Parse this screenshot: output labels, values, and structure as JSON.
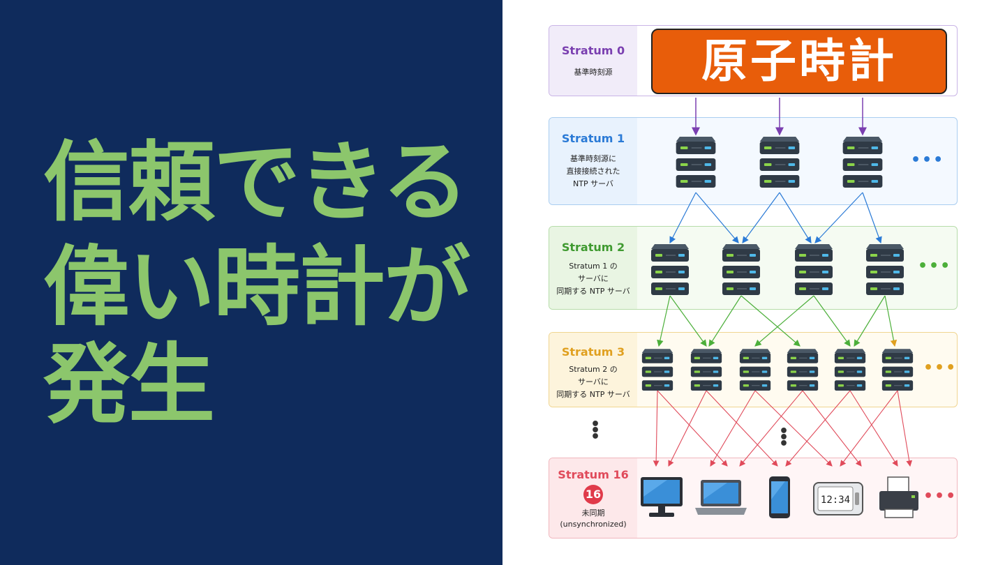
{
  "headline": [
    "信頼できる",
    "偉い時計が",
    "発生"
  ],
  "colors": {
    "left_bg": "#0f2b5c",
    "headline": "#8cc66c",
    "stratum0": "#7a3fb0",
    "stratum1": "#2a7ad6",
    "stratum2": "#4caf3a",
    "stratum3": "#e0a020",
    "stratum16": "#e04a5a",
    "atomic_clock": "#e85d0a"
  },
  "diagram": {
    "stratum0": {
      "title": "Stratum 0",
      "desc": [
        "基準時刻源"
      ],
      "source_label": "原子時計"
    },
    "stratum1": {
      "title": "Stratum 1",
      "desc": [
        "基準時刻源に",
        "直接接続された",
        "NTP サーバ"
      ]
    },
    "stratum2": {
      "title": "Stratum 2",
      "desc": [
        "Stratum 1 の",
        "サーバに",
        "同期する NTP サーバ"
      ]
    },
    "stratum3": {
      "title": "Stratum 3",
      "desc": [
        "Stratum 2 の",
        "サーバに",
        "同期する NTP サーバ"
      ]
    },
    "stratum16": {
      "title": "Stratum 16",
      "badge": "16",
      "desc": [
        "未同期",
        "(unsynchronized)"
      ]
    },
    "clock_display": "12:34",
    "ellipsis": "•••",
    "devices": [
      "monitor-icon",
      "laptop-icon",
      "smartphone-icon",
      "digital-clock-icon",
      "printer-icon"
    ]
  }
}
